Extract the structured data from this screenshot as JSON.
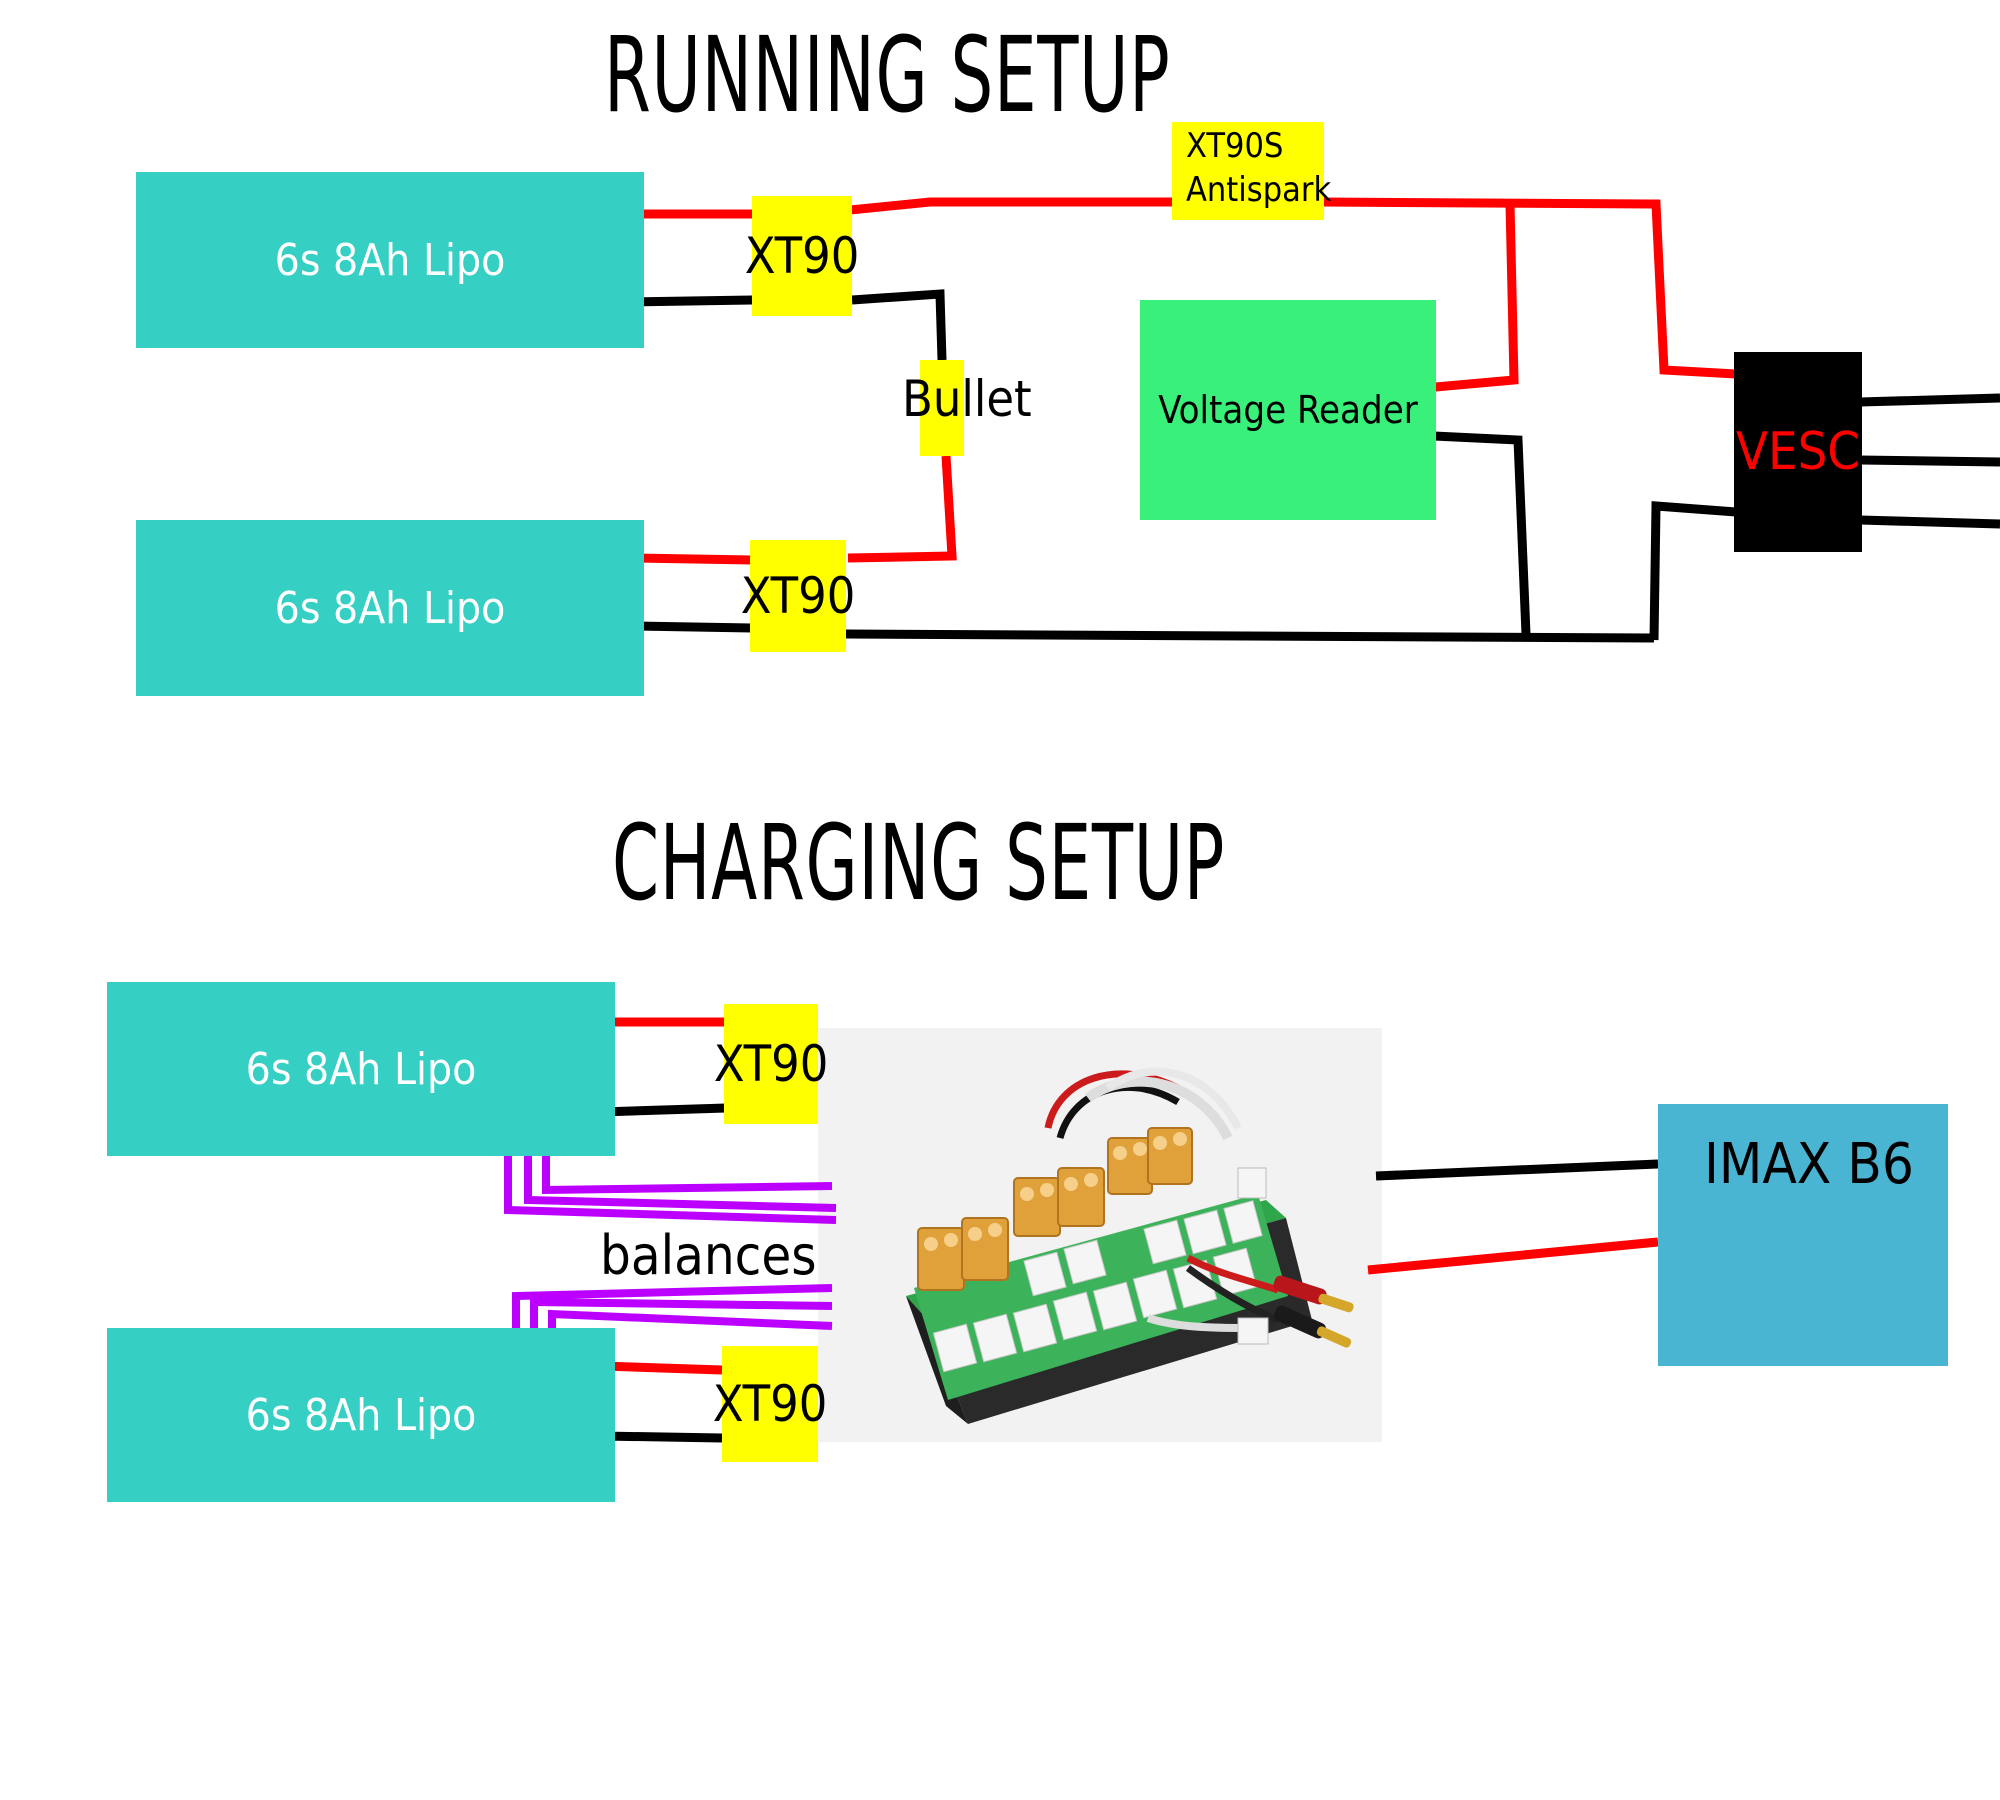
{
  "running": {
    "title": "RUNNING SETUP",
    "battery_top": "6s 8Ah Lipo",
    "battery_bottom": "6s 8Ah Lipo",
    "xt90_top": "XT90",
    "xt90_bottom": "XT90",
    "bullet": "Bullet",
    "antispark_line1": "XT90S",
    "antispark_line2": "Antispark",
    "voltage_reader": "Voltage Reader",
    "vesc": "VESC"
  },
  "charging": {
    "title": "CHARGING SETUP",
    "battery_top": "6s 8Ah Lipo",
    "battery_bottom": "6s 8Ah Lipo",
    "xt90_top": "XT90",
    "xt90_bottom": "XT90",
    "balances": "balances",
    "charger": "IMAX B6"
  },
  "colors": {
    "battery": "#35cfc3",
    "connector": "#ffff00",
    "voltage_reader": "#38f07a",
    "vesc": "#000000",
    "vesc_text": "#ff0000",
    "charger": "#4ab4d3",
    "positive_wire": "#ff0000",
    "negative_wire": "#000000",
    "balance_wire": "#bb00ff"
  }
}
